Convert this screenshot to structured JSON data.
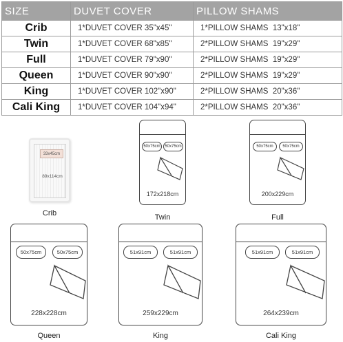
{
  "table": {
    "headers": {
      "size": "SIZE",
      "duvet": "DUVET COVER",
      "shams": "PILLOW SHAMS"
    },
    "rows": [
      {
        "size": "Crib",
        "duvet": "1*DUVET COVER 35\"x45\"",
        "shams_qty": "1*PILLOW SHAMS",
        "shams_size": "13\"x18\""
      },
      {
        "size": "Twin",
        "duvet": "1*DUVET COVER 68\"x85\"",
        "shams_qty": "2*PILLOW SHAMS",
        "shams_size": "19\"x29\""
      },
      {
        "size": "Full",
        "duvet": "1*DUVET COVER 79\"x90\"",
        "shams_qty": "2*PILLOW SHAMS",
        "shams_size": "19\"x29\""
      },
      {
        "size": "Queen",
        "duvet": "1*DUVET COVER 90\"x90\"",
        "shams_qty": "2*PILLOW SHAMS",
        "shams_size": "19\"x29\""
      },
      {
        "size": "King",
        "duvet": "1*DUVET COVER 102\"x90\"",
        "shams_qty": "2*PILLOW SHAMS",
        "shams_size": "20\"x36\""
      },
      {
        "size": "Cali King",
        "duvet": "1*DUVET COVER 104\"x94\"",
        "shams_qty": "2*PILLOW SHAMS",
        "shams_size": "20\"x36\""
      }
    ]
  },
  "diagrams": {
    "crib": {
      "label": "Crib",
      "pillow": "33x45cm",
      "duvet": "89x114cm"
    },
    "twin": {
      "label": "Twin",
      "pillow_left": "50x75cm",
      "pillow_right": "50x75cm",
      "duvet": "172x218cm"
    },
    "full": {
      "label": "Full",
      "pillow_left": "50x75cm",
      "pillow_right": "50x75cm",
      "duvet": "200x229cm"
    },
    "queen": {
      "label": "Queen",
      "pillow_left": "50x75cm",
      "pillow_right": "50x75cm",
      "duvet": "228x228cm"
    },
    "king": {
      "label": "King",
      "pillow_left": "51x91cm",
      "pillow_right": "51x91cm",
      "duvet": "259x229cm"
    },
    "cali_king": {
      "label": "Cali King",
      "pillow_left": "51x91cm",
      "pillow_right": "51x91cm",
      "duvet": "264x239cm"
    }
  }
}
